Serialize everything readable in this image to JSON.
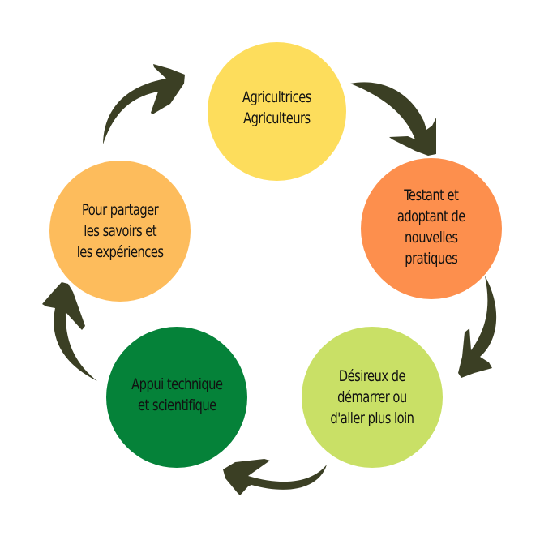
{
  "diagram": {
    "type": "cycle",
    "arrow_color": "#3b3f24",
    "background_color": "#ffffff",
    "nodes": [
      {
        "label": "Agricultrices\nAgriculteurs",
        "color": "#fddd5c"
      },
      {
        "label": "Testant et\nadoptant de\nnouvelles\npratiques",
        "color": "#fd8f4d"
      },
      {
        "label": "Désireux de\ndémarrer ou\nd'aller plus loin",
        "color": "#c9e066"
      },
      {
        "label": "Appui technique\net scientifique",
        "color": "#058239"
      },
      {
        "label": "Pour partager\nles savoirs et\nles expériences",
        "color": "#fdbc5c"
      }
    ],
    "edges": [
      {
        "from": 0,
        "to": 1
      },
      {
        "from": 1,
        "to": 2
      },
      {
        "from": 2,
        "to": 3
      },
      {
        "from": 3,
        "to": 4
      },
      {
        "from": 4,
        "to": 0
      }
    ]
  }
}
